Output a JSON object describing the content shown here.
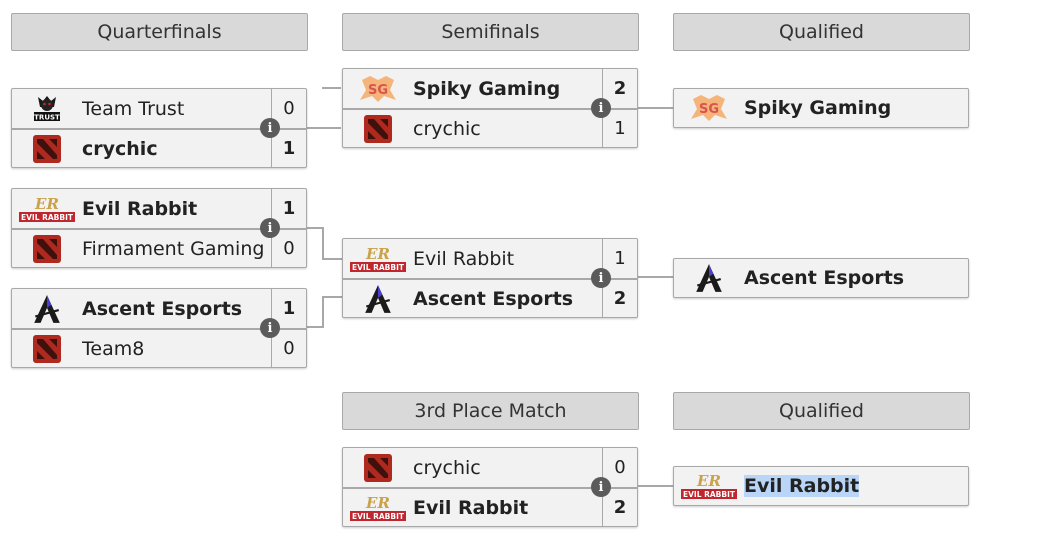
{
  "headers": {
    "quarterfinals": "Quarterfinals",
    "semifinals": "Semifinals",
    "qualified_1": "Qualified",
    "third_place": "3rd Place Match",
    "qualified_2": "Qualified"
  },
  "teams": {
    "trust_logo_text": "TRUST",
    "evil_rabbit_logo_text": "EVIL RABBIT",
    "evil_rabbit_logo_letters": "ER",
    "spiky_logo_letters": "SG"
  },
  "info_glyph": "i",
  "quarterfinals": [
    {
      "team1": "Team Trust",
      "score1": "0",
      "team2": "crychic",
      "score2": "1"
    },
    {
      "team1": "Evil Rabbit",
      "score1": "1",
      "team2": "Firmament Gaming",
      "score2": "0"
    },
    {
      "team1": "Ascent Esports",
      "score1": "1",
      "team2": "Team8",
      "score2": "0"
    }
  ],
  "semifinals": [
    {
      "team1": "Spiky Gaming",
      "score1": "2",
      "team2": "crychic",
      "score2": "1"
    },
    {
      "team1": "Evil Rabbit",
      "score1": "1",
      "team2": "Ascent Esports",
      "score2": "2"
    }
  ],
  "qualified": [
    "Spiky Gaming",
    "Ascent Esports"
  ],
  "third_place_match": {
    "team1": "crychic",
    "score1": "0",
    "team2": "Evil Rabbit",
    "score2": "2"
  },
  "third_place_qualified": "Evil Rabbit",
  "colors": {
    "header_bg": "#d9d9d9",
    "box_bg": "#f2f2f2",
    "border": "#a8a8a8",
    "dota_red": "#b0291f",
    "ascent_purple": "#4a3fd0",
    "evil_rabbit_gold": "#c9a24a",
    "evil_rabbit_red": "#c0262d",
    "spiky_orange": "#f29a4b",
    "selection_highlight": "#b9d5f7"
  }
}
